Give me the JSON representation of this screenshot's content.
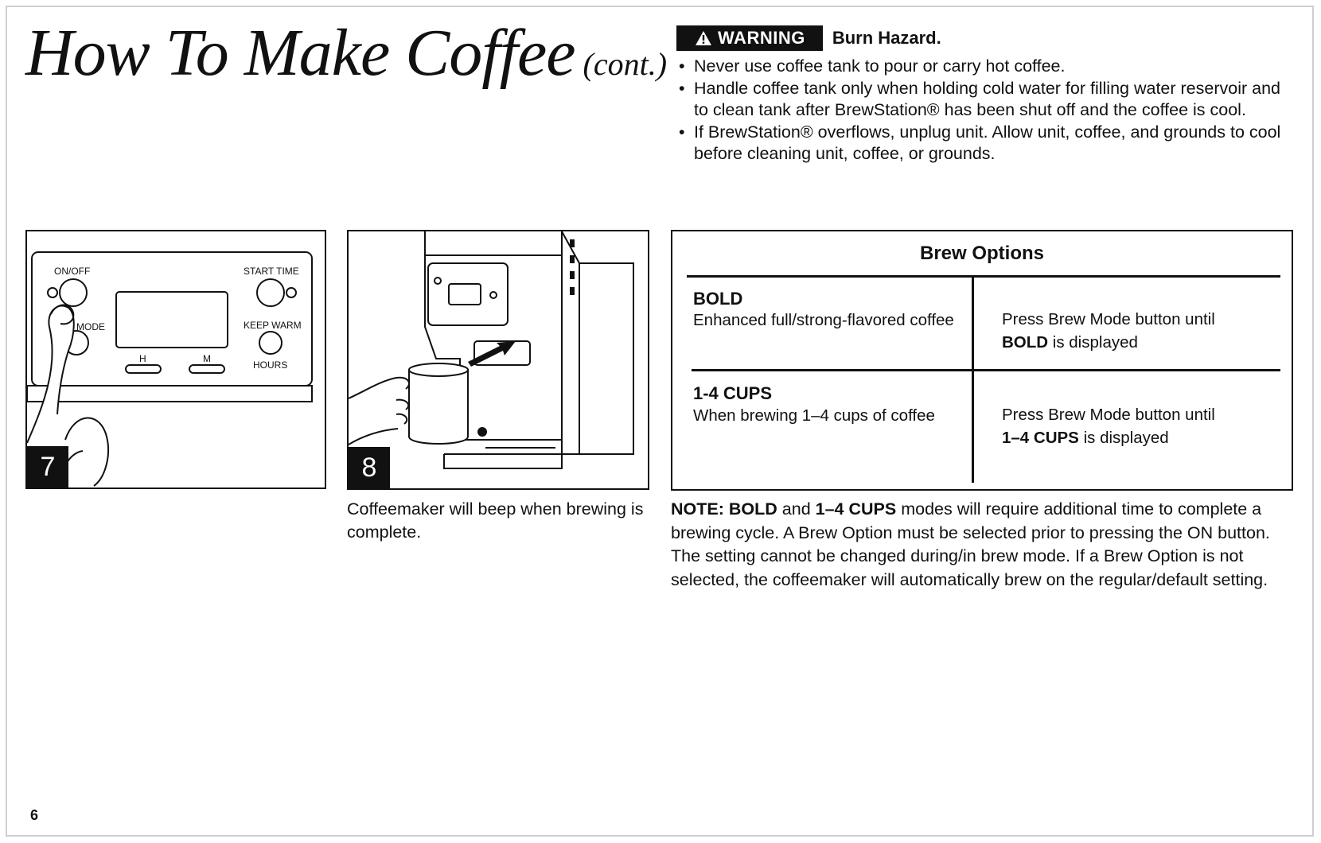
{
  "title": {
    "main": "How To Make Coffee",
    "cont": "(cont.)"
  },
  "warning": {
    "badge": "WARNING",
    "hazard": "Burn Hazard.",
    "items": [
      "Never use coffee tank to pour or carry hot coffee.",
      "Handle coffee tank only when holding cold water for filling water reservoir and to clean tank after BrewStation® has been shut off and the coffee is cool.",
      "If BrewStation® overflows, unplug unit. Allow unit, coffee, and grounds to cool before cleaning unit, coffee, or grounds."
    ]
  },
  "step7": {
    "number": "7",
    "labels": {
      "on_off": "ON/OFF",
      "mode": "MODE",
      "start_time": "START TIME",
      "keep_warm": "KEEP WARM",
      "hours": "HOURS",
      "h": "H",
      "m": "M"
    }
  },
  "step8": {
    "number": "8",
    "caption": "Coffeemaker will beep when brewing is complete."
  },
  "brew_options": {
    "title": "Brew Options",
    "rows": [
      {
        "name": "BOLD",
        "description": "Enhanced full/strong-flavored coffee",
        "instruction_prefix": "Press Brew Mode button until",
        "instruction_bold": "BOLD",
        "instruction_suffix": "is displayed"
      },
      {
        "name": "1-4 CUPS",
        "description": "When brewing 1–4 cups of coffee",
        "instruction_prefix": "Press Brew Mode button until",
        "instruction_bold": "1–4 CUPS",
        "instruction_suffix": "is displayed"
      }
    ]
  },
  "note": {
    "label": "NOTE:",
    "bold1": "BOLD",
    "text1": "and",
    "bold2": "1–4 CUPS",
    "text2": "modes will require additional time to complete a brewing cycle. A Brew Option must be selected prior to pressing the ON button. The setting cannot be changed during/in brew mode. If a Brew Option is not selected, the coffeemaker will automatically brew on the regular/default setting."
  },
  "page_number": "6"
}
